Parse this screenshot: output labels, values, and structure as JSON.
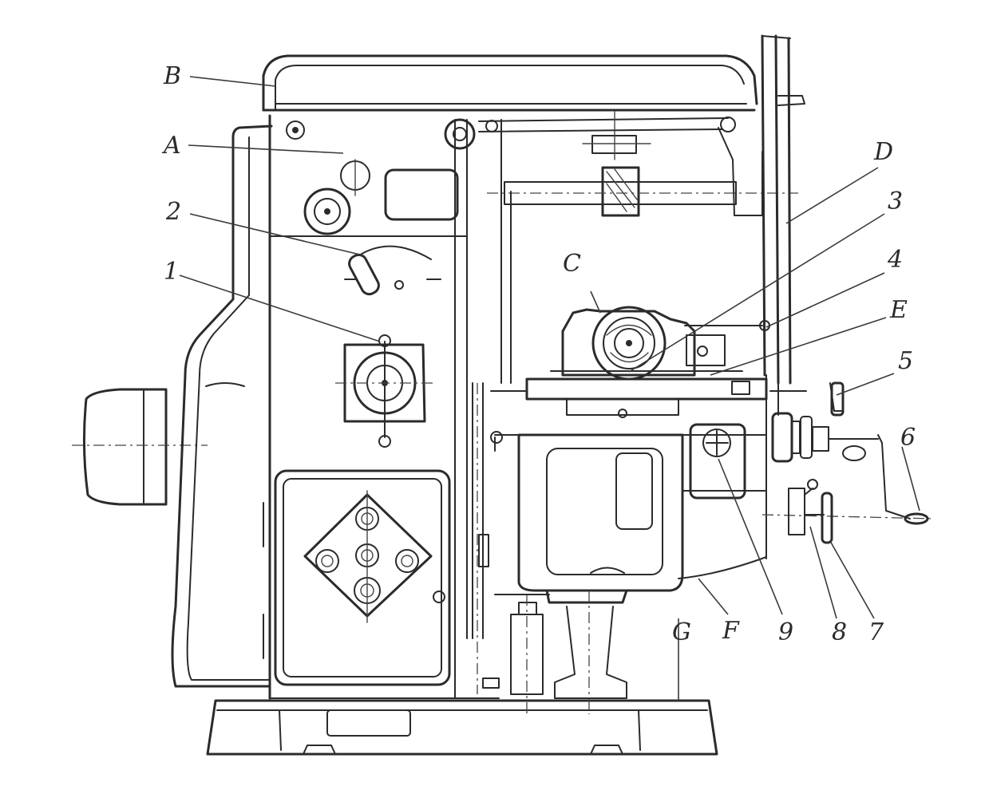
{
  "labels": {
    "B": "B",
    "A": "A",
    "n2": "2",
    "n1": "1",
    "C": "C",
    "D": "D",
    "n3": "3",
    "n4": "4",
    "E": "E",
    "n5": "5",
    "n6": "6",
    "G": "G",
    "F": "F",
    "n9": "9",
    "n8": "8",
    "n7": "7"
  },
  "colors": {
    "ink": "#2b2b2b",
    "paper": "#ffffff"
  }
}
